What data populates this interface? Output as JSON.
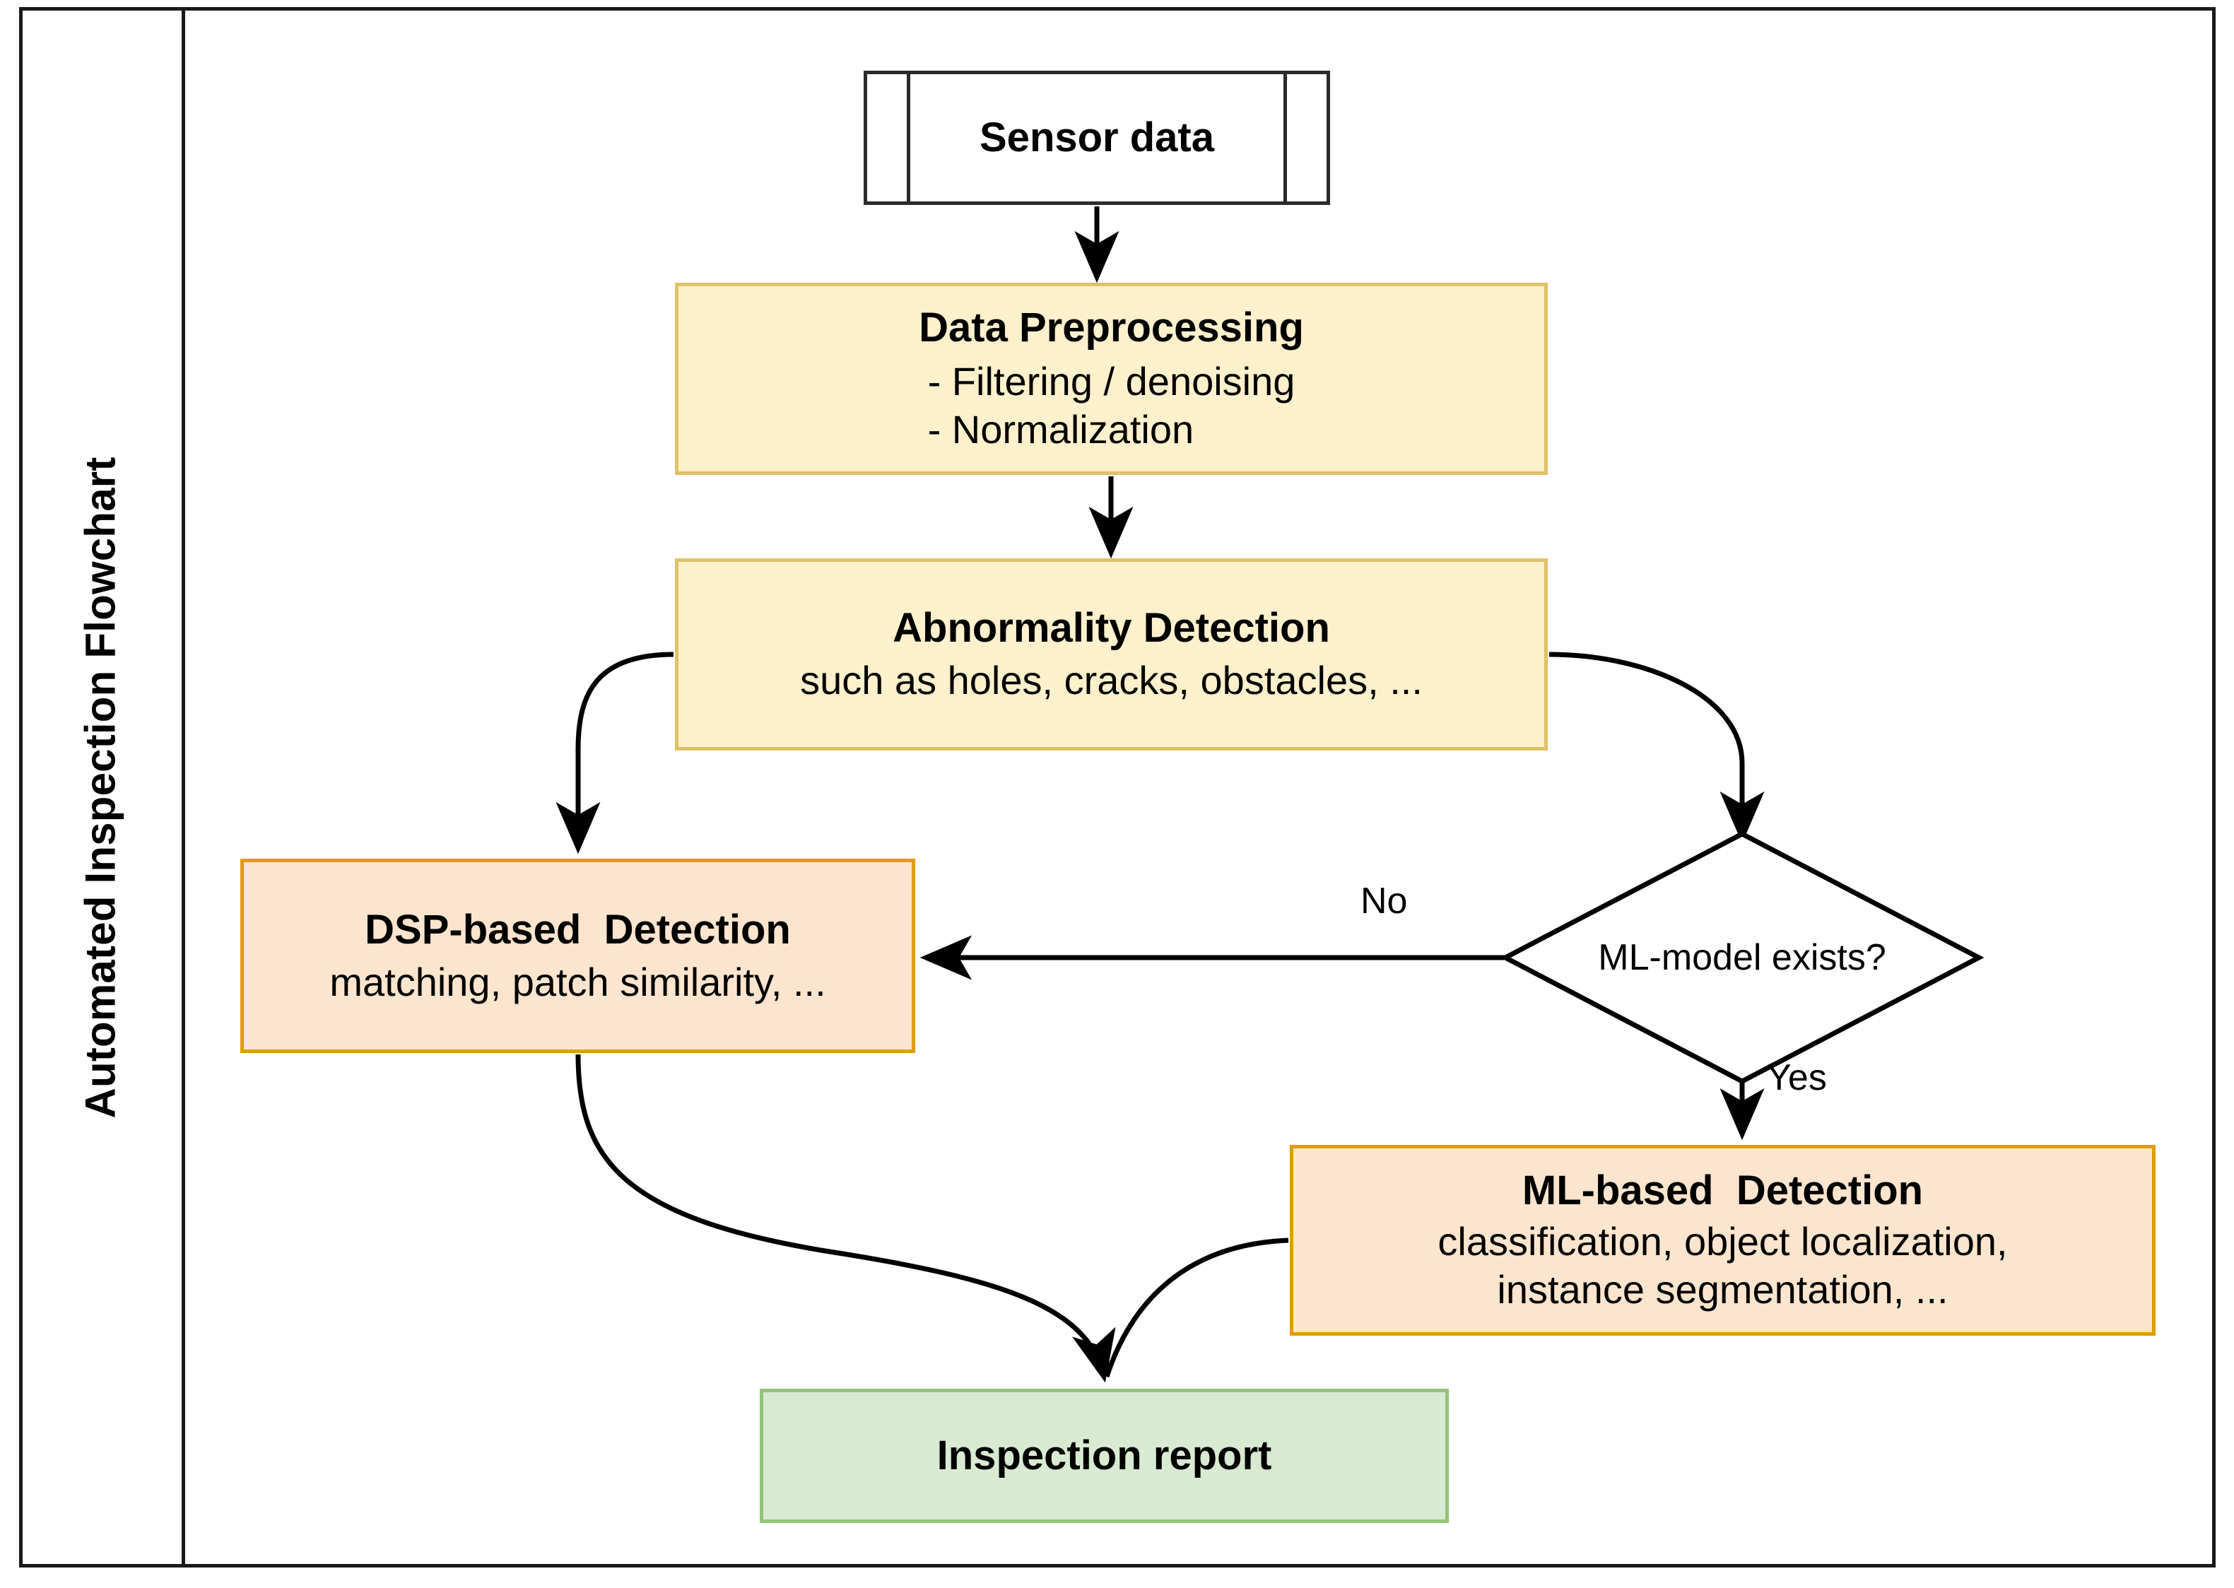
{
  "frame": {
    "side_title": "Automated Inspection Flowchart"
  },
  "colors": {
    "frame_border": "#1a1a1a",
    "yellow_fill": "#fdf0cd",
    "yellow_border": "#e0c068",
    "orange_fill": "#fce5cf",
    "orange_border": "#e09c00",
    "green_fill": "#d9ead3",
    "green_border": "#93c47d",
    "node_white_fill": "#ffffff",
    "node_black_border": "#2b2b2b",
    "edge_stroke": "#000000",
    "text": "#000000"
  },
  "chart_data": {
    "type": "diagram",
    "title": "Automated Inspection Flowchart",
    "nodes": [
      {
        "id": "sensor",
        "shape": "predefined-process",
        "title": "Sensor data",
        "lines": [],
        "fill": "#ffffff",
        "border": "#2b2b2b"
      },
      {
        "id": "preprocessing",
        "shape": "rectangle",
        "title": "Data Preprocessing",
        "lines": [
          "- Filtering / denoising",
          "- Normalization"
        ],
        "fill": "#fdf0cd",
        "border": "#e0c068"
      },
      {
        "id": "abnormality",
        "shape": "rectangle",
        "title": "Abnormality Detection",
        "lines": [
          "such as holes, cracks, obstacles, ..."
        ],
        "fill": "#fdf0cd",
        "border": "#e0c068"
      },
      {
        "id": "dsp",
        "shape": "rectangle",
        "title": "DSP-based  Detection",
        "lines": [
          "matching, patch similarity, ..."
        ],
        "fill": "#fce5cf",
        "border": "#e09c00"
      },
      {
        "id": "decision",
        "shape": "diamond",
        "title": "ML-model exists?",
        "lines": [],
        "fill": "#ffffff",
        "border": "#000000"
      },
      {
        "id": "mlbased",
        "shape": "rectangle",
        "title": "ML-based  Detection",
        "lines": [
          "classification, object localization,",
          "instance segmentation, ..."
        ],
        "fill": "#fce5cf",
        "border": "#e09c00"
      },
      {
        "id": "report",
        "shape": "rectangle",
        "title": "Inspection report",
        "lines": [],
        "fill": "#d9ead3",
        "border": "#93c47d"
      }
    ],
    "edges": [
      {
        "from": "sensor",
        "to": "preprocessing",
        "label": "",
        "style": "straight-down"
      },
      {
        "from": "preprocessing",
        "to": "abnormality",
        "label": "",
        "style": "straight-down"
      },
      {
        "from": "abnormality",
        "to": "dsp",
        "label": "",
        "style": "curve-left-down"
      },
      {
        "from": "abnormality",
        "to": "decision",
        "label": "",
        "style": "curve-right-down"
      },
      {
        "from": "decision",
        "to": "dsp",
        "label": "No",
        "style": "straight-left"
      },
      {
        "from": "decision",
        "to": "mlbased",
        "label": "Yes",
        "style": "straight-down"
      },
      {
        "from": "dsp",
        "to": "report",
        "label": "",
        "style": "curve-right-down-merge"
      },
      {
        "from": "mlbased",
        "to": "report",
        "label": "",
        "style": "curve-left-down-merge"
      }
    ]
  },
  "nodes": {
    "sensor": {
      "title": "Sensor data"
    },
    "preprocessing": {
      "title": "Data Preprocessing",
      "line1": "- Filtering / denoising",
      "line2": "- Normalization"
    },
    "abnormality": {
      "title": "Abnormality Detection",
      "sub": "such as holes, cracks, obstacles, ..."
    },
    "dsp": {
      "title": "DSP-based  Detection",
      "sub": "matching, patch similarity, ..."
    },
    "decision": {
      "title": "ML-model exists?"
    },
    "mlbased": {
      "title": "ML-based  Detection",
      "line1": "classification, object localization,",
      "line2": "instance segmentation, ..."
    },
    "report": {
      "title": "Inspection report"
    }
  },
  "edge_labels": {
    "no": "No",
    "yes": "Yes"
  }
}
